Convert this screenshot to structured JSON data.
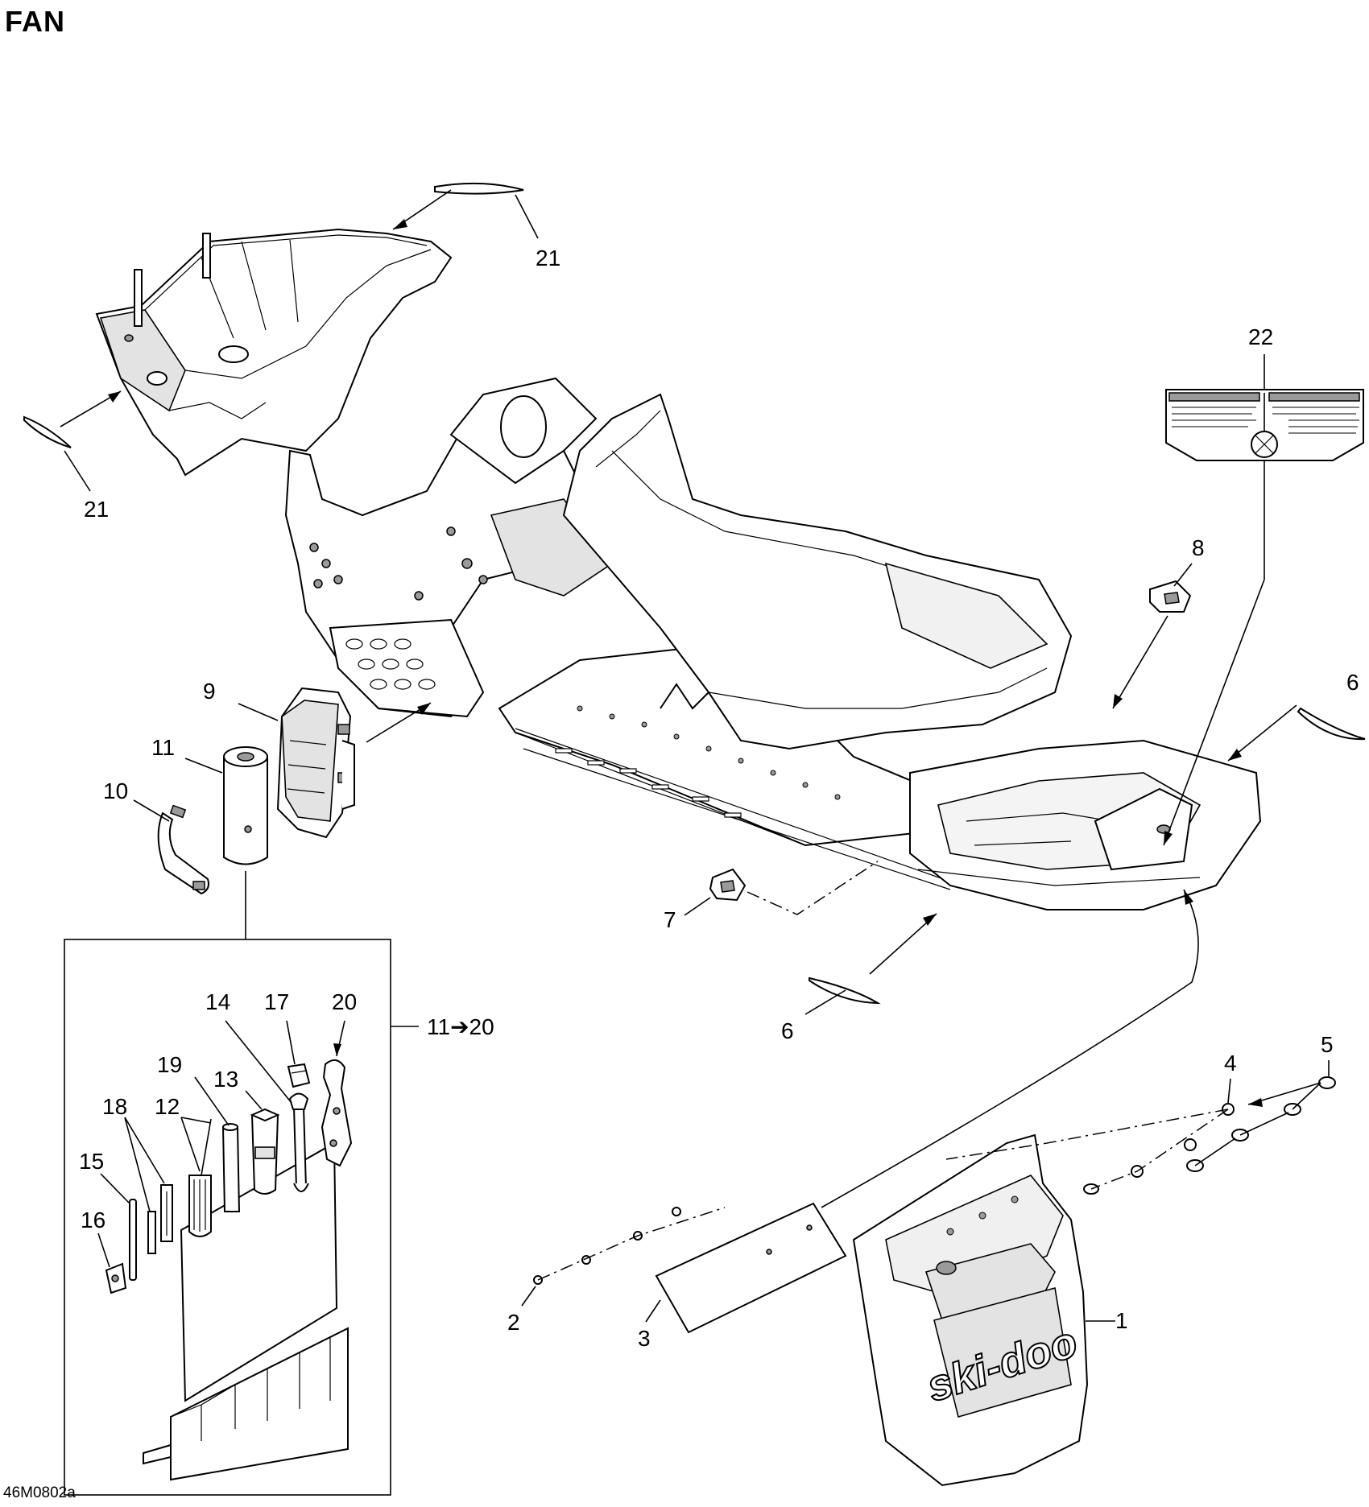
{
  "title": "FAN",
  "drawing_code": "46M0802a",
  "callouts": {
    "c1": "1",
    "c2": "2",
    "c3": "3",
    "c4": "4",
    "c5": "5",
    "c6a": "6",
    "c6b": "6",
    "c7": "7",
    "c8": "8",
    "c9": "9",
    "c10": "10",
    "c11": "11",
    "c12": "12",
    "c13": "13",
    "c14": "14",
    "c15": "15",
    "c16": "16",
    "c17": "17",
    "c18": "18",
    "c19": "19",
    "c20": "20",
    "c21a": "21",
    "c21b": "21",
    "c22": "22",
    "kit_range": "11➔20"
  }
}
